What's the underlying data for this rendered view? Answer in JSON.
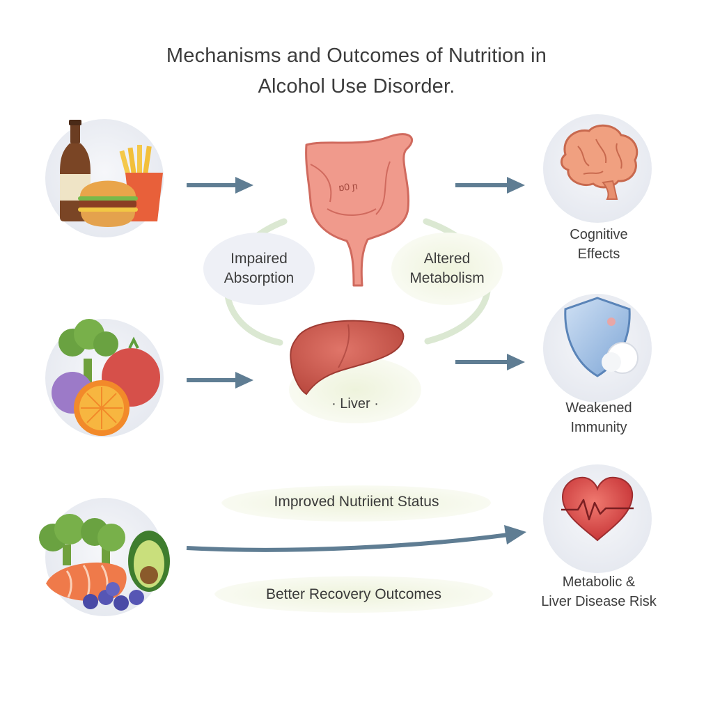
{
  "title": {
    "line1": "Mechanisms and Outcomes of Nutrition in",
    "line2": "Alcohol Use Disorder."
  },
  "mechanisms": {
    "impaired_absorption": {
      "line1": "Impaired",
      "line2": "Absorption"
    },
    "altered_metabolism": {
      "line1": "Altered",
      "line2": "Metabolism"
    },
    "liver": "· Liver ·"
  },
  "organ_text": "ɒ0 ɲ",
  "outcomes": {
    "cognitive": {
      "line1": "Cognitive",
      "line2": "Effects"
    },
    "immunity": {
      "line1": "Weakened",
      "line2": "Immunity"
    },
    "metabolic": {
      "line1": "Metabolic &",
      "line2": "Liver Disease Risk"
    }
  },
  "benefits": {
    "nutrient_status": "Improved Nutriient Status",
    "recovery": "Better Recovery Outcomes"
  },
  "icons": {
    "poor_diet": "beer-burger-fries-icon",
    "produce": "broccoli-tomato-orange-icon",
    "healthy_food": "salmon-avocado-berries-icon",
    "gut": "stomach-intestine-icon",
    "liver": "liver-icon",
    "brain": "brain-icon",
    "immunity": "shield-icon",
    "heart": "heart-icon"
  },
  "colors": {
    "arrow": "#5f7d93",
    "organ": "#e0766b",
    "liver": "#c85448",
    "circle_bg": "#eef0f5",
    "pill_bg": "#f2f6e6"
  }
}
